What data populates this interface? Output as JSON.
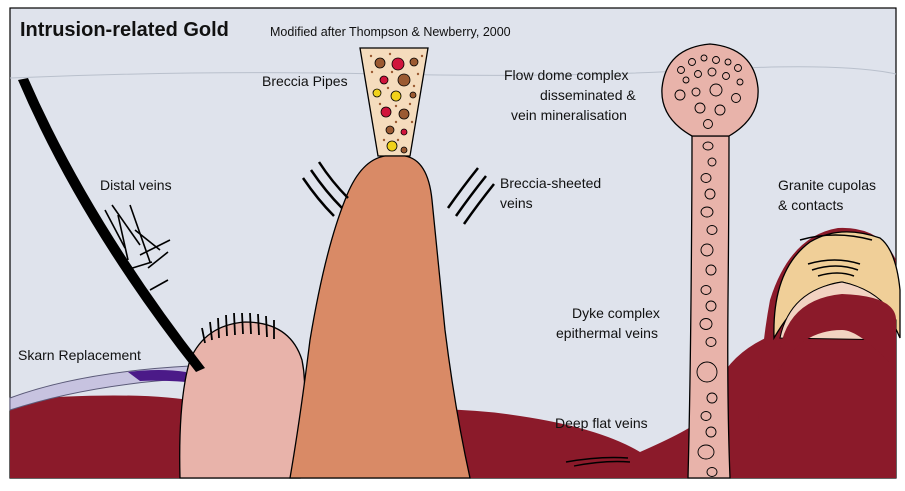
{
  "title": "Intrusion-related Gold",
  "subtitle": "Modified after Thompson & Newberry, 2000",
  "labels": {
    "breccia_pipes": "Breccia Pipes",
    "flow_dome": [
      "Flow dome complex",
      "disseminated &",
      "vein mineralisation"
    ],
    "distal_veins": "Distal veins",
    "breccia_sheeted": [
      "Breccia-sheeted",
      "veins"
    ],
    "granite_cupolas": [
      "Granite cupolas",
      "& contacts"
    ],
    "skarn": "Skarn Replacement",
    "dyke_complex": [
      "Dyke complex",
      "epithermal veins"
    ],
    "deep_flat_veins": "Deep flat veins"
  },
  "colors": {
    "sky": "#dfe3ec",
    "country_rock": "#8b1a2a",
    "stock": "#d98a66",
    "intrusion_pink": "#e8b3aa",
    "granite_halo": "#f0cf98",
    "granite_core": "#f2d3c2",
    "skarn_band": "#c7c3e0",
    "skarn_ore": "#4b1a88",
    "breccia_fill": "#f5dcbd",
    "clast_brown": "#9b5a32",
    "clast_red": "#d0143c",
    "clast_yellow": "#f1d21a"
  }
}
